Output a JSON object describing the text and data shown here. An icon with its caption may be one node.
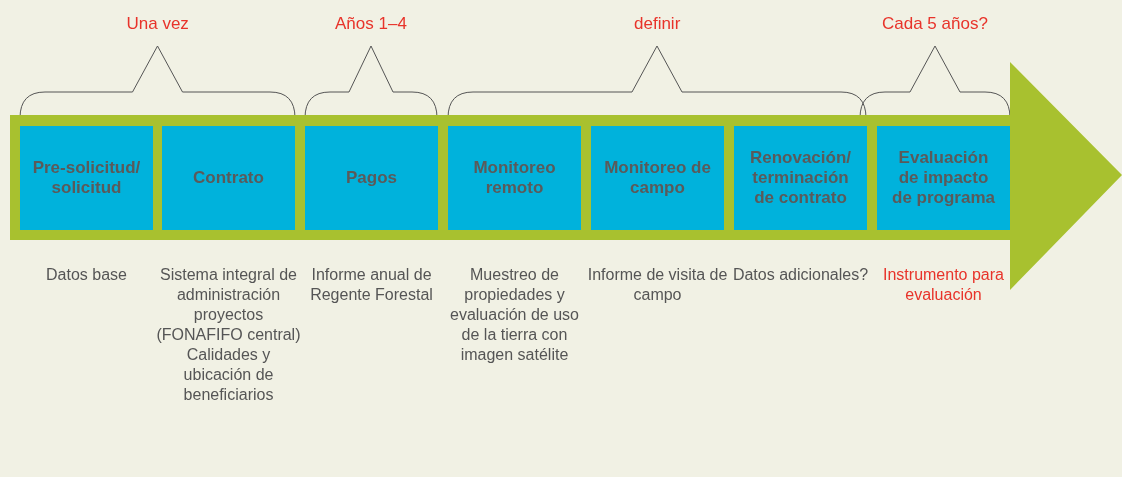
{
  "diagram": {
    "nodes": [
      {
        "text": [],
        "shape": "arrow"
      },
      {
        "text": [
          "Pre-solicitud/ solicitud"
        ],
        "in": 0,
        "beside": [
          "Datos base"
        ]
      },
      {
        "text": [
          "Contrato"
        ],
        "in": 0,
        "beside": [
          "Sistema integral de administración proyectos (FONAFIFO central)",
          "Calidades y ubicación de beneficiarios"
        ]
      },
      {
        "text": [
          "Pagos"
        ],
        "in": 0,
        "beside": [
          "Informe anual de Regente Forestal"
        ]
      },
      {
        "text": [
          "Monitoreo remoto"
        ],
        "in": 0,
        "beside": [
          "Muestreo de propiedades y evaluación de uso de la tierra con imagen satélite"
        ]
      },
      {
        "text": [
          "Monitoreo de campo"
        ],
        "in": 0,
        "beside": [
          "Informe de visita de campo"
        ]
      },
      {
        "text": [
          "Renovación/ terminación de contrato"
        ],
        "in": 0,
        "beside": [
          "Datos adicionales?"
        ]
      },
      {
        "text": [
          "Evaluación de impacto de programa"
        ],
        "in": 0,
        "beside": [
          "Instrumento para evaluación"
        ]
      }
    ],
    "edges": [],
    "labels": [
      "Una vez",
      "Años 1–4",
      "definir",
      "Cada 5 años?"
    ]
  }
}
